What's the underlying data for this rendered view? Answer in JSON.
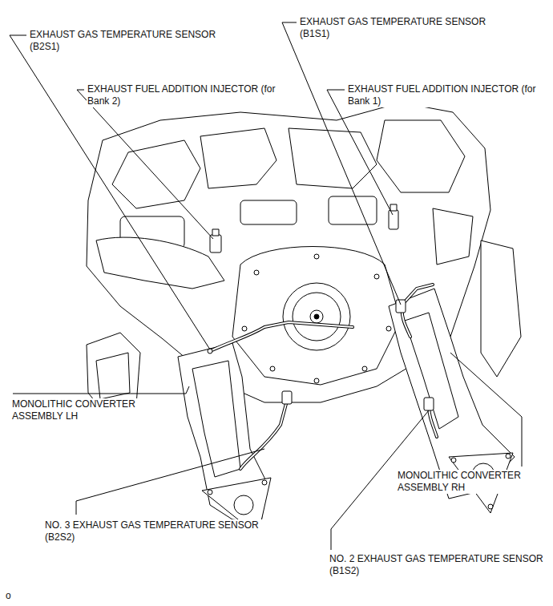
{
  "diagram": {
    "labels": [
      "EXHAUST GAS TEMPERATURE SENSOR (B2S1)",
      "EXHAUST GAS TEMPERATURE SENSOR (B1S1)",
      "EXHAUST FUEL ADDITION INJECTOR (for Bank 2)",
      "EXHAUST FUEL ADDITION INJECTOR (for Bank 1)",
      "MONOLITHIC CONVERTER ASSEMBLY LH",
      "MONOLITHIC CONVERTER ASSEMBLY RH",
      "NO. 3 EXHAUST GAS TEMPERATURE SENSOR (B2S2)",
      "NO. 2 EXHAUST GAS TEMPERATURE SENSOR (B1S2)",
      "o"
    ]
  }
}
